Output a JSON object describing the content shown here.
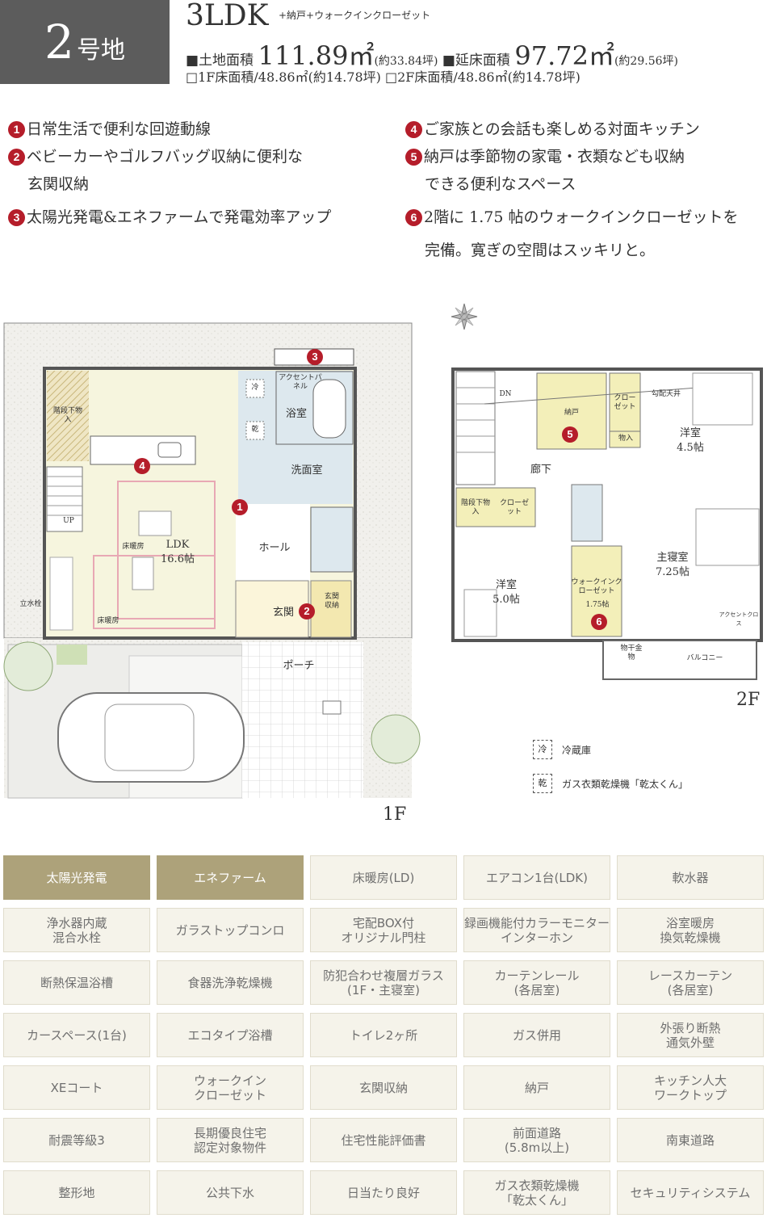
{
  "header": {
    "lot_number": "2",
    "lot_suffix": "号地",
    "plan_type": "3LDK",
    "plan_sub": "+納戸+ウォークインクローゼット",
    "land_area_label": "■土地面積",
    "land_area_value": "111.89㎡",
    "land_area_tsubo": "(約33.84坪)",
    "floor_area_label": "■延床面積",
    "floor_area_value": "97.72㎡",
    "floor_area_tsubo": "(約29.56坪)",
    "floor_area_detail": "□1F床面積/48.86㎡(約14.78坪) □2F床面積/48.86㎡(約14.78坪)"
  },
  "features": {
    "f1_num": "1",
    "f1_text": "日常生活で便利な回遊動線",
    "f2_num": "2",
    "f2_text": "ベビーカーやゴルフバッグ収納に便利な",
    "f2_text2": "玄関収納",
    "f3_num": "3",
    "f3_text": "太陽光発電&エネファームで発電効率アップ",
    "f4_num": "4",
    "f4_text": "ご家族との会話も楽しめる対面キッチン",
    "f5_num": "5",
    "f5_text": "納戸は季節物の家電・衣類なども収納",
    "f5_text2": "できる便利なスペース",
    "f6_num": "6",
    "f6_text": "2階に 1.75 帖のウォークインクローゼットを",
    "f6_text2": "完備。寛ぎの空間はスッキリと。"
  },
  "floor1": {
    "label": "1F",
    "ldk": "LDK",
    "ldk_size": "16.6帖",
    "bath": "浴室",
    "washroom": "洗面室",
    "hall": "ホール",
    "entrance": "玄関",
    "porch": "ポーチ",
    "stair_storage": "階段下物入",
    "up": "UP",
    "floor_heat1": "床暖房",
    "floor_heat2": "床暖房",
    "entry_storage": "玄関収納",
    "accent_panel": "アクセントパネル",
    "faucet": "立水栓",
    "fridge_mark": "冷",
    "dryer_mark": "乾",
    "pin1": "1",
    "pin2": "2",
    "pin3": "3",
    "pin4": "4"
  },
  "floor2": {
    "label": "2F",
    "storeroom": "納戸",
    "closet": "クローゼット",
    "storage": "物入",
    "western1": "洋室",
    "western1_size": "4.5帖",
    "hallway": "廊下",
    "western2": "洋室",
    "western2_size": "5.0帖",
    "master": "主寝室",
    "master_size": "7.25帖",
    "wic": "ウォークインクローゼット",
    "wic_size": "1.75帖",
    "balcony": "バルコニー",
    "laundry": "物干金物",
    "dn": "DN",
    "sloped": "勾配天井",
    "stair_storage": "階段下物入",
    "closet2": "クローゼット",
    "accent_cloth": "アクセントクロス",
    "pin5": "5",
    "pin6": "6"
  },
  "legend": {
    "fridge_mark": "冷",
    "fridge_label": "冷蔵庫",
    "dryer_mark": "乾",
    "dryer_label": "ガス衣類乾燥機「乾太くん」"
  },
  "equipment": [
    {
      "label": "太陽光発電",
      "highlight": true
    },
    {
      "label": "エネファーム",
      "highlight": true
    },
    {
      "label": "床暖房(LD)",
      "highlight": false
    },
    {
      "label": "エアコン1台(LDK)",
      "highlight": false
    },
    {
      "label": "軟水器",
      "highlight": false
    },
    {
      "label": "浄水器内蔵\n混合水栓",
      "highlight": false
    },
    {
      "label": "ガラストップコンロ",
      "highlight": false
    },
    {
      "label": "宅配BOX付\nオリジナル門柱",
      "highlight": false
    },
    {
      "label": "録画機能付カラーモニター\nインターホン",
      "highlight": false
    },
    {
      "label": "浴室暖房\n換気乾燥機",
      "highlight": false
    },
    {
      "label": "断熱保温浴槽",
      "highlight": false
    },
    {
      "label": "食器洗浄乾燥機",
      "highlight": false
    },
    {
      "label": "防犯合わせ複層ガラス\n(1F・主寝室)",
      "highlight": false
    },
    {
      "label": "カーテンレール\n(各居室)",
      "highlight": false
    },
    {
      "label": "レースカーテン\n(各居室)",
      "highlight": false
    },
    {
      "label": "カースペース(1台)",
      "highlight": false
    },
    {
      "label": "エコタイプ浴槽",
      "highlight": false
    },
    {
      "label": "トイレ2ヶ所",
      "highlight": false
    },
    {
      "label": "ガス併用",
      "highlight": false
    },
    {
      "label": "外張り断熱\n通気外壁",
      "highlight": false
    },
    {
      "label": "XEコート",
      "highlight": false
    },
    {
      "label": "ウォークイン\nクローゼット",
      "highlight": false
    },
    {
      "label": "玄関収納",
      "highlight": false
    },
    {
      "label": "納戸",
      "highlight": false
    },
    {
      "label": "キッチン人大\nワークトップ",
      "highlight": false
    },
    {
      "label": "耐震等級3",
      "highlight": false
    },
    {
      "label": "長期優良住宅\n認定対象物件",
      "highlight": false
    },
    {
      "label": "住宅性能評価書",
      "highlight": false
    },
    {
      "label": "前面道路\n(5.8m以上)",
      "highlight": false
    },
    {
      "label": "南東道路",
      "highlight": false
    },
    {
      "label": "整形地",
      "highlight": false
    },
    {
      "label": "公共下水",
      "highlight": false
    },
    {
      "label": "日当たり良好",
      "highlight": false
    },
    {
      "label": "ガス衣類乾燥機\n「乾太くん」",
      "highlight": false
    },
    {
      "label": "セキュリティシステム",
      "highlight": false
    }
  ]
}
